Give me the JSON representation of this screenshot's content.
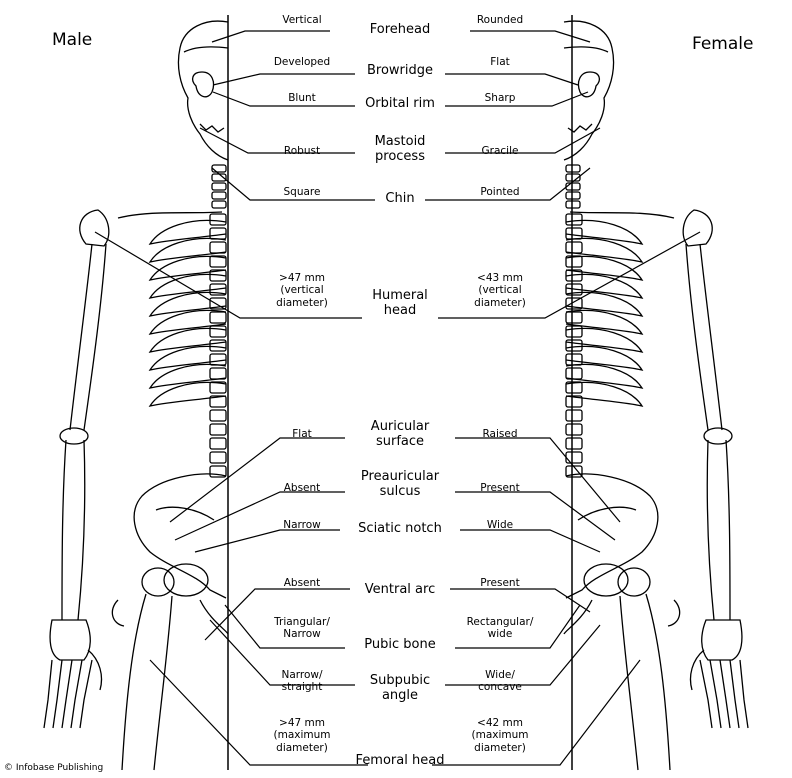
{
  "headings": {
    "male": "Male",
    "female": "Female"
  },
  "credit": "© Infobase Publishing",
  "traits": [
    {
      "feature": "Forehead",
      "male": "Vertical",
      "female": "Rounded"
    },
    {
      "feature": "Browridge",
      "male": "Developed",
      "female": "Flat"
    },
    {
      "feature": "Orbital rim",
      "male": "Blunt",
      "female": "Sharp"
    },
    {
      "feature": "Mastoid\nprocess",
      "male": "Robust",
      "female": "Gracile"
    },
    {
      "feature": "Chin",
      "male": "Square",
      "female": "Pointed"
    },
    {
      "feature": "Humeral\nhead",
      "male": ">47 mm\n(vertical\ndiameter)",
      "female": "<43 mm\n(vertical\ndiameter)"
    },
    {
      "feature": "Auricular\nsurface",
      "male": "Flat",
      "female": "Raised"
    },
    {
      "feature": "Preauricular\nsulcus",
      "male": "Absent",
      "female": "Present"
    },
    {
      "feature": "Sciatic notch",
      "male": "Narrow",
      "female": "Wide"
    },
    {
      "feature": "Ventral arc",
      "male": "Absent",
      "female": "Present"
    },
    {
      "feature": "Pubic bone",
      "male": "Triangular/\nNarrow",
      "female": "Rectangular/\nwide"
    },
    {
      "feature": "Subpubic\nangle",
      "male": "Narrow/\nstraight",
      "female": "Wide/\nconcave"
    },
    {
      "feature": "Femoral head",
      "male": ">47 mm\n(maximum\ndiameter)",
      "female": "<42 mm\n(maximum\ndiameter)"
    }
  ]
}
